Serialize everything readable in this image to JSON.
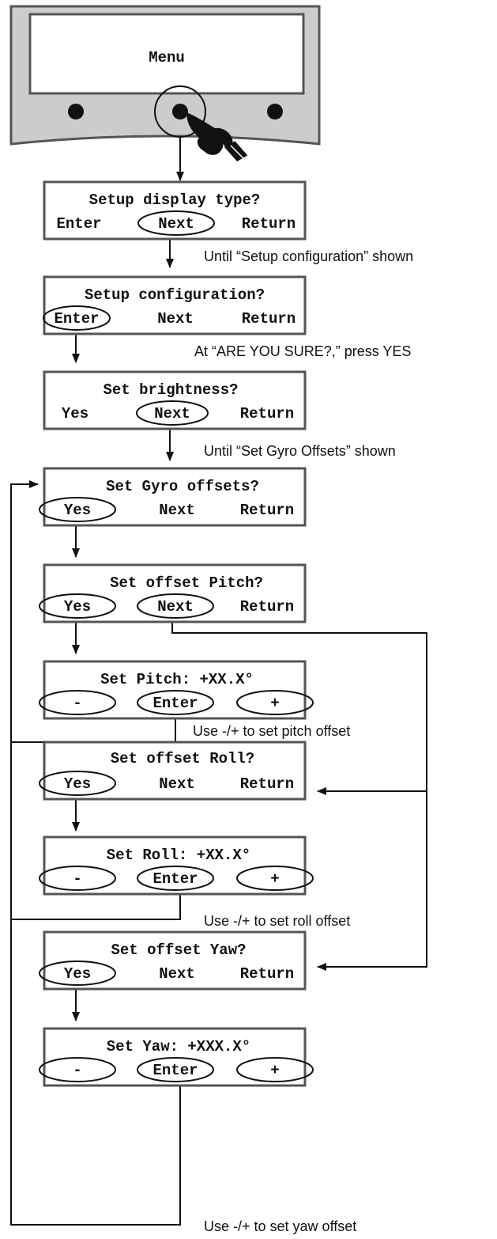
{
  "device": {
    "screen_label": "Menu",
    "buttons": [
      "left-button",
      "center-button",
      "right-button"
    ]
  },
  "screens": [
    {
      "title": "Setup display type?",
      "options": [
        "Enter",
        "Next",
        "Return"
      ],
      "selected": 1
    },
    {
      "title": "Setup configuration?",
      "options": [
        "Enter",
        "Next",
        "Return"
      ],
      "selected": 0
    },
    {
      "title": "Set brightness?",
      "options": [
        "Yes",
        "Next",
        "Return"
      ],
      "selected": 1
    },
    {
      "title": "Set Gyro offsets?",
      "options": [
        "Yes",
        "Next",
        "Return"
      ],
      "selected": 0
    },
    {
      "title": "Set offset Pitch?",
      "options": [
        "Yes",
        "Next",
        "Return"
      ],
      "selected": [
        0,
        1
      ]
    },
    {
      "title": "Set Pitch: +XX.X°",
      "options": [
        "-",
        "Enter",
        "+"
      ],
      "selected": [
        0,
        1,
        2
      ]
    },
    {
      "title": "Set offset Roll?",
      "options": [
        "Yes",
        "Next",
        "Return"
      ],
      "selected": 0
    },
    {
      "title": "Set Roll: +XX.X°",
      "options": [
        "-",
        "Enter",
        "+"
      ],
      "selected": [
        0,
        1,
        2
      ]
    },
    {
      "title": "Set offset Yaw?",
      "options": [
        "Yes",
        "Next",
        "Return"
      ],
      "selected": 0
    },
    {
      "title": "Set Yaw: +XXX.X°",
      "options": [
        "-",
        "Enter",
        "+"
      ],
      "selected": [
        0,
        1,
        2
      ]
    }
  ],
  "notes": {
    "until_setup_configuration": "Until “Setup configuration” shown",
    "are_you_sure": "At “ARE YOU SURE?,” press YES",
    "until_set_gyro_offsets": "Until “Set Gyro Offsets” shown",
    "pitch_offset": "Use -/+ to set pitch offset",
    "roll_offset": "Use -/+ to set roll offset",
    "yaw_offset": "Use -/+ to set yaw offset"
  }
}
